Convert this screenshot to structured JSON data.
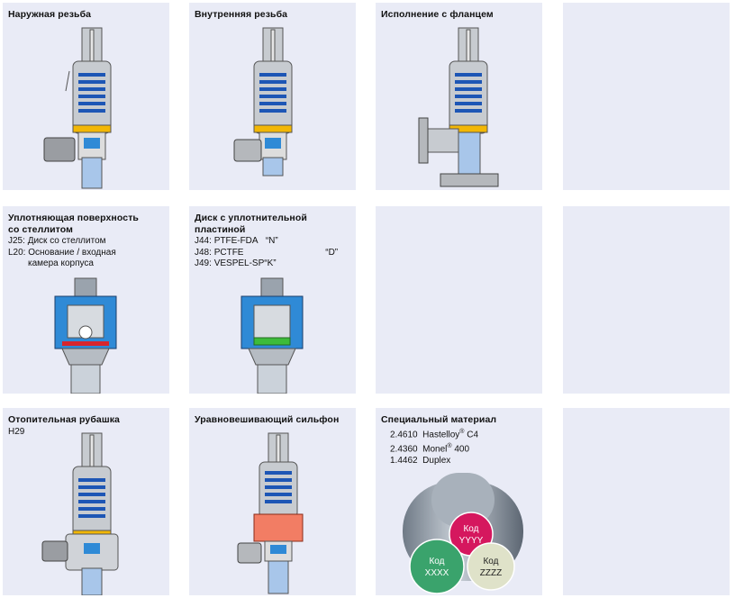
{
  "panels": {
    "external_thread": {
      "title": "Наружная резьба"
    },
    "internal_thread": {
      "title": "Внутренняя резьба"
    },
    "flange": {
      "title": "Исполнение с фланцем"
    },
    "seat": {
      "title_line1": "Уплотняющая поверхность",
      "title_line2": "со стеллитом",
      "items": [
        {
          "code": "J25:",
          "text": "Диск со стеллитом"
        },
        {
          "code": "L20:",
          "text": "Основание / входная"
        },
        {
          "code": "",
          "text": "камера корпуса"
        }
      ]
    },
    "disc": {
      "title_line1": "Диск с уплотнительной",
      "title_line2": "пластиной",
      "items": [
        {
          "code": "J44:",
          "text": "PTFE-FDA",
          "tag": "“N”"
        },
        {
          "code": "J48:",
          "text": "PCTFE",
          "tag": "“D”"
        },
        {
          "code": "J49:",
          "text": "VESPEL-SP",
          "tag": "“K”"
        }
      ]
    },
    "jacket": {
      "title": "Отопительная рубашка",
      "code": "H29"
    },
    "bellows": {
      "title": "Уравновешивающий сильфон"
    },
    "special": {
      "title": "Специальный материал",
      "materials": [
        {
          "number": "2.4610",
          "name": "Hastelloy",
          "sup": "®",
          "grade": "C4"
        },
        {
          "number": "2.4360",
          "name": "Monel",
          "sup": "®",
          "grade": "400"
        },
        {
          "number": "1.4462",
          "name": "Duplex",
          "sup": "",
          "grade": ""
        }
      ],
      "codes": [
        {
          "label": "Код",
          "value": "YYYY"
        },
        {
          "label": "Код",
          "value": "XXXX"
        },
        {
          "label": "Код",
          "value": "ZZZZ"
        }
      ]
    }
  },
  "colors": {
    "tile_bg": "#e9ebf6",
    "spring": "#1d56b5",
    "body_grey": "#c7cbd0",
    "accent_yellow": "#f2b705",
    "seat_blue": "#2f8ad6",
    "seat_red": "#d7262d",
    "disc_green": "#3dbb3a",
    "bellows_red": "#f27d64",
    "rod_magenta": "#d5175e",
    "rod_green": "#3aa36c",
    "rod_cream": "#dfe2c9"
  }
}
